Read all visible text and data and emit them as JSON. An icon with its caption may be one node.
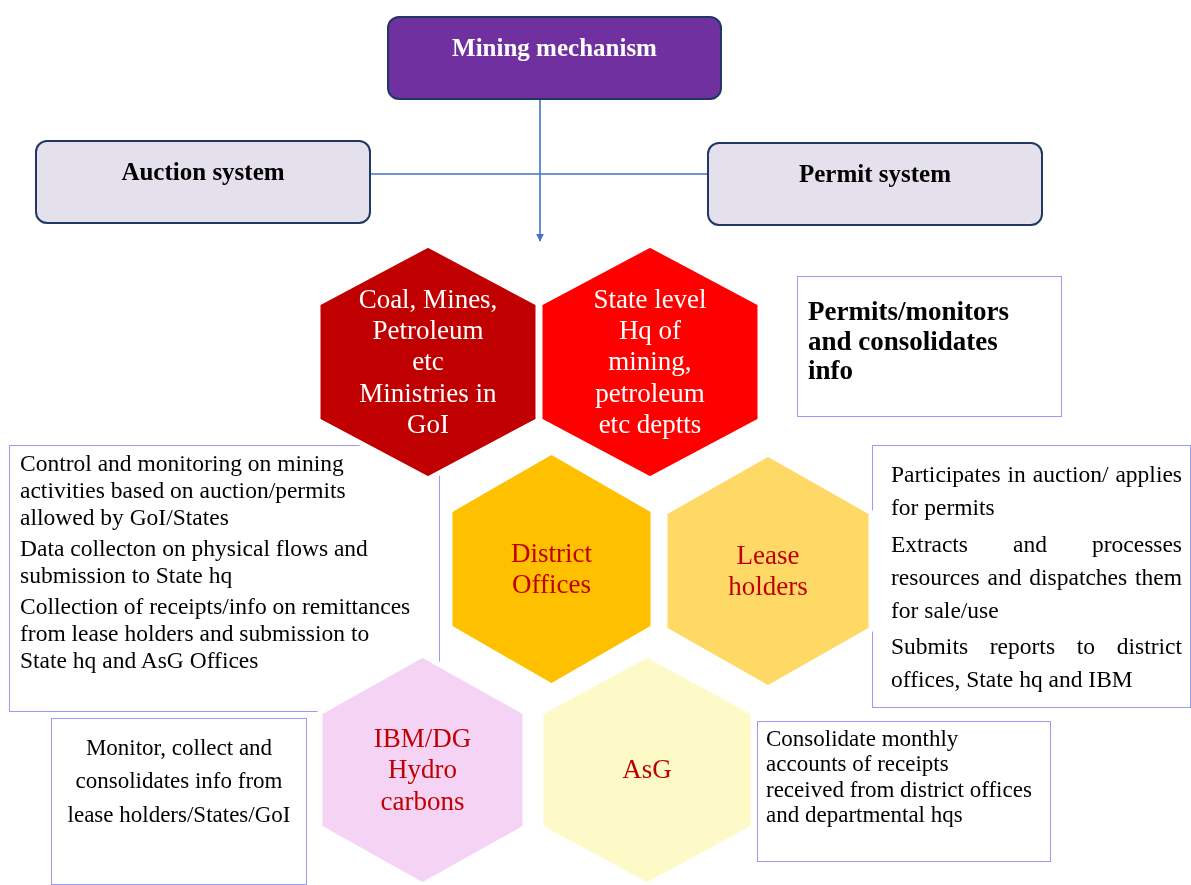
{
  "diagram": {
    "nodes": [
      {
        "text": [
          "Mining mechanism"
        ]
      },
      {
        "text": [
          "Auction system"
        ]
      },
      {
        "text": [
          "Permit system"
        ]
      },
      {
        "text": [
          "Coal, Mines, Petroleum etc Ministries in GoI"
        ]
      },
      {
        "text": [
          "State level Hq of mining, petroleum etc deptts"
        ]
      },
      {
        "text": [
          "Permits/monitors and consolidates info"
        ]
      },
      {
        "text": [
          "Control and monitoring on mining activities based on auction/permits allowed by GoI/States",
          "Data  collecton on physical flows and submission to State hq",
          "Collection of receipts/info on remittances from lease holders and submission to State hq and AsG Offices"
        ]
      },
      {
        "text": [
          "District Offices"
        ]
      },
      {
        "text": [
          "Lease holders"
        ]
      },
      {
        "text": [
          "Participates in auction/ applies for permits",
          "Extracts and processes resources and dispatches them for sale/use",
          "Submits reports to district offices, State hq and IBM"
        ]
      },
      {
        "text": [
          "Monitor, collect and consolidates info from lease holders/States/GoI"
        ]
      },
      {
        "text": [
          "IBM/DG Hydro carbons"
        ]
      },
      {
        "text": [
          "AsG"
        ]
      },
      {
        "text": [
          "Consolidate monthly accounts of receipts received from district offices and departmental hqs"
        ]
      }
    ],
    "edges": [
      {
        "from": 0,
        "to": null,
        "arrow": "to"
      },
      {
        "from": 1,
        "to": 2,
        "arrow": "none"
      }
    ]
  }
}
